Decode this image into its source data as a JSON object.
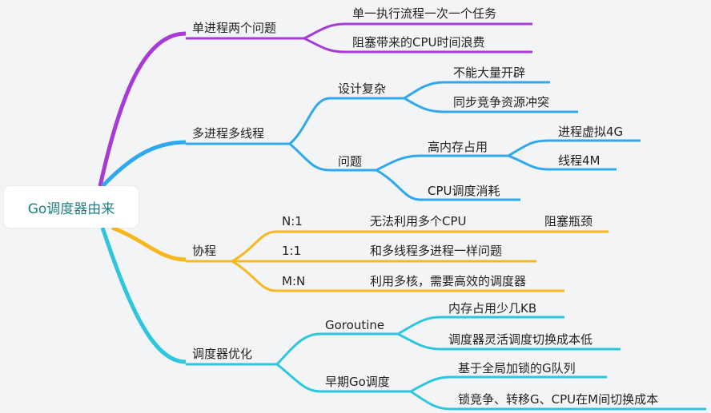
{
  "root": "Go调度器由来",
  "colors": {
    "purple": "#a63bd6",
    "blue": "#2fa8ef",
    "yellow": "#f7b81e",
    "cyan": "#2ec6dc"
  },
  "branches": [
    {
      "label": "单进程两个问题",
      "children": [
        {
          "label": "单一执行流程一次一个任务"
        },
        {
          "label": "阻塞带来的CPU时间浪费"
        }
      ]
    },
    {
      "label": "多进程多线程",
      "children": [
        {
          "label": "设计复杂",
          "children": [
            {
              "label": "不能大量开辟"
            },
            {
              "label": "同步竞争资源冲突"
            }
          ]
        },
        {
          "label": "问题",
          "children": [
            {
              "label": "高内存占用",
              "children": [
                {
                  "label": "进程虚拟4G"
                },
                {
                  "label": "线程4M"
                }
              ]
            },
            {
              "label": "CPU调度消耗"
            }
          ]
        }
      ]
    },
    {
      "label": "协程",
      "children": [
        {
          "label": "N:1",
          "children": [
            {
              "label": "无法利用多个CPU",
              "children": [
                {
                  "label": "阻塞瓶颈"
                }
              ]
            }
          ]
        },
        {
          "label": "1:1",
          "children": [
            {
              "label": "和多线程多进程一样问题"
            }
          ]
        },
        {
          "label": "M:N",
          "children": [
            {
              "label": "利用多核，需要高效的调度器"
            }
          ]
        }
      ]
    },
    {
      "label": "调度器优化",
      "children": [
        {
          "label": "Goroutine",
          "children": [
            {
              "label": "内存占用少几KB"
            },
            {
              "label": "调度器灵活调度切换成本低"
            }
          ]
        },
        {
          "label": "早期Go调度",
          "children": [
            {
              "label": "基于全局加锁的G队列"
            },
            {
              "label": "锁竞争、转移G、CPU在M间切换成本"
            }
          ]
        }
      ]
    }
  ]
}
